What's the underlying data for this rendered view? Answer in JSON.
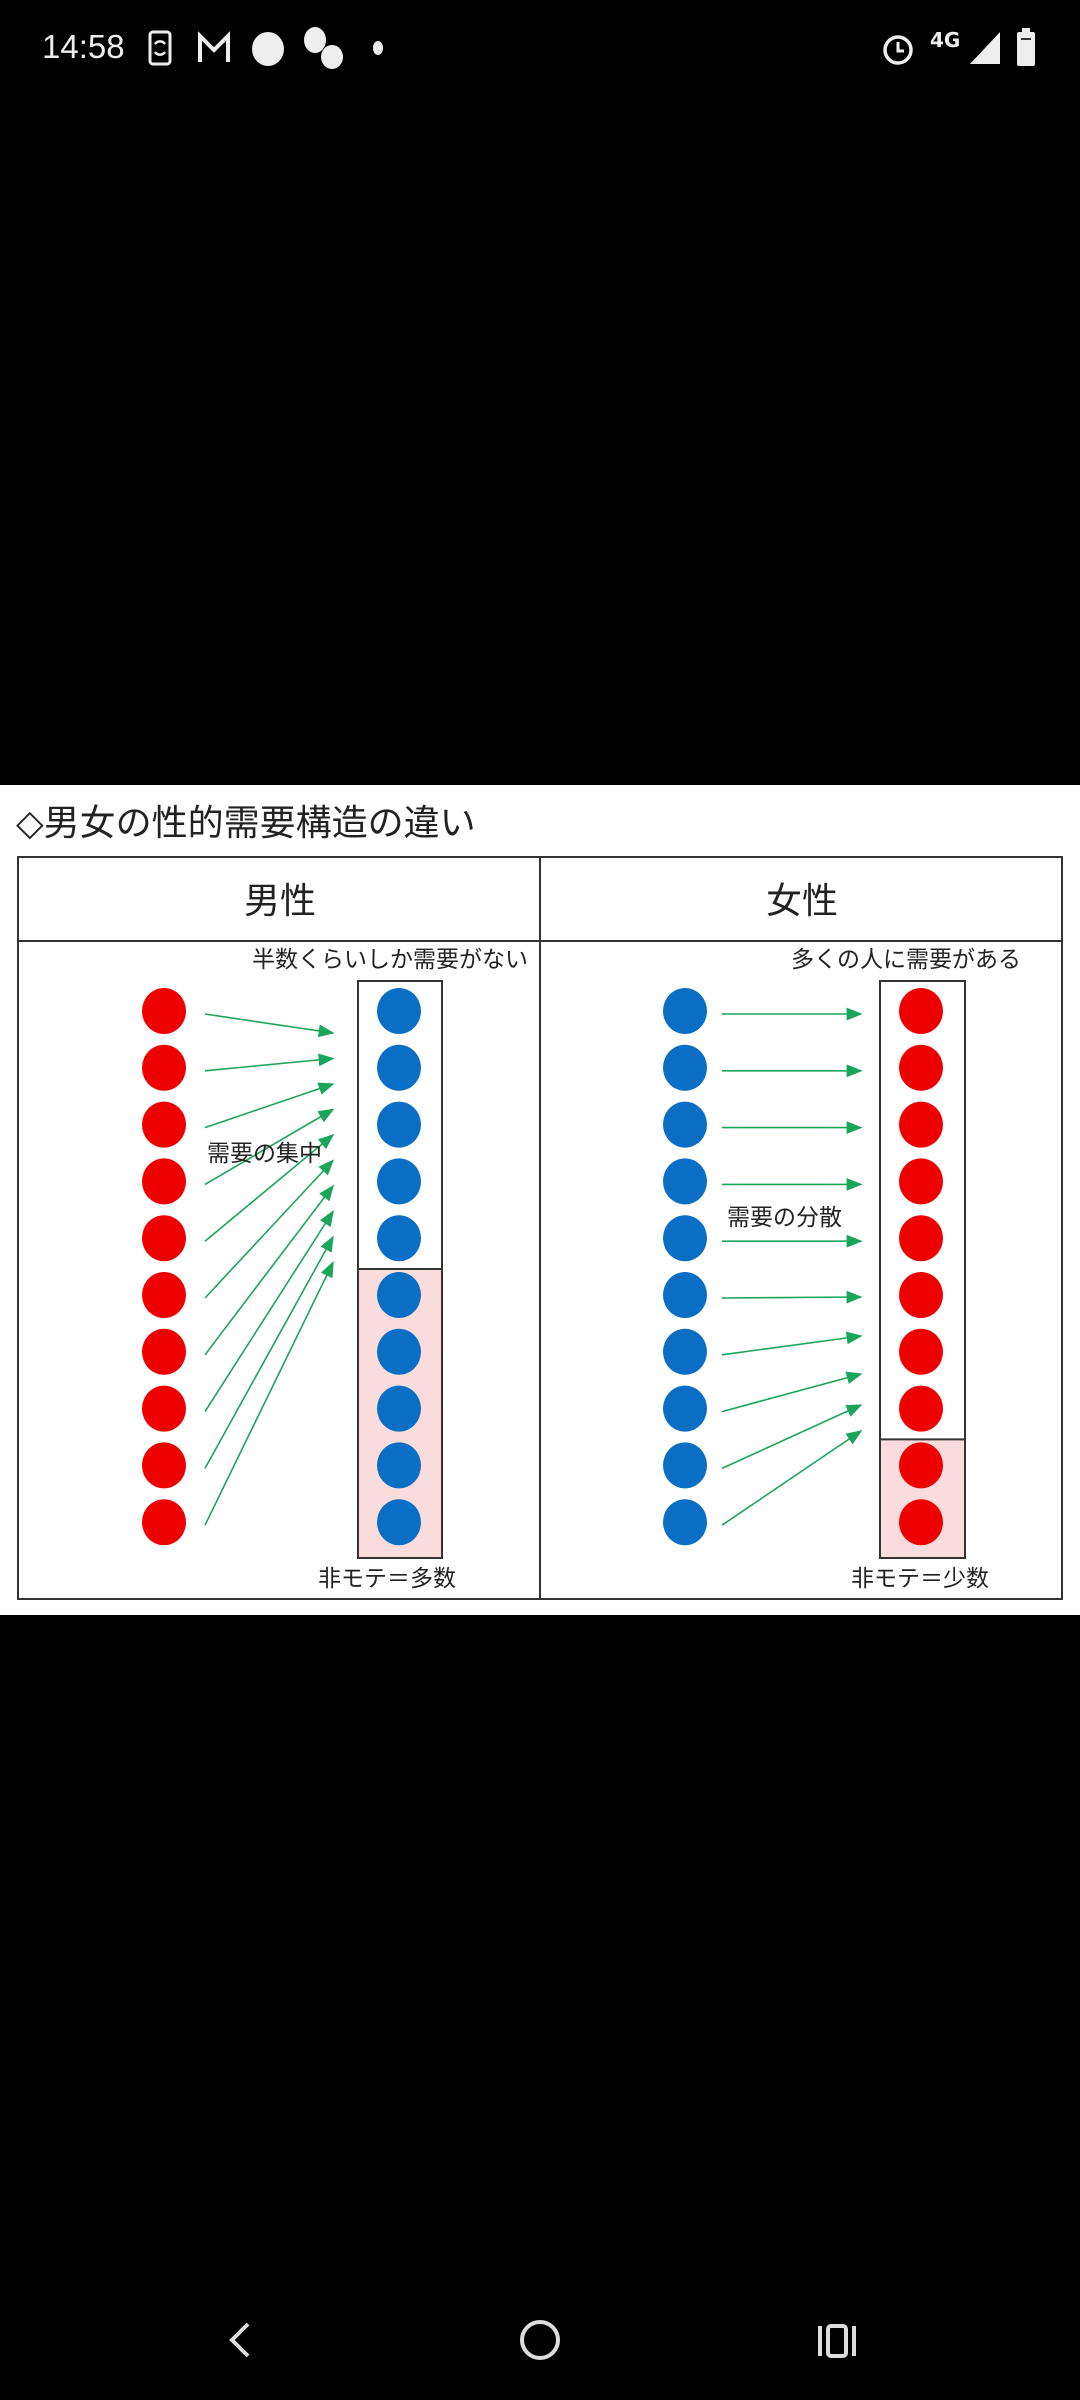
{
  "status_bar": {
    "time": "14:58",
    "network": "4G",
    "left_icons": [
      "phone-sync-icon",
      "gmail-icon",
      "circle-icon",
      "dots-icon",
      "dot-icon"
    ],
    "right_icons": [
      "alarm-icon",
      "signal-icon",
      "battery-icon"
    ]
  },
  "diagram": {
    "title": "◇男女の性的需要構造の違い",
    "colors": {
      "red": "#ee0000",
      "blue": "#0a6ec4",
      "arrow": "#1aa55a",
      "highlight": "#fbdcdc"
    },
    "columns": [
      {
        "header": "男性",
        "top_note": "半数くらいしか需要がない",
        "middle_label": "需要の集中",
        "bottom_note": "非モテ＝多数",
        "source_color": "red",
        "target_color": "blue",
        "source_count": 10,
        "target_count": 10,
        "unpopular_count": 5,
        "pattern": "concentrated"
      },
      {
        "header": "女性",
        "top_note": "多くの人に需要がある",
        "middle_label": "需要の分散",
        "bottom_note": "非モテ＝少数",
        "source_color": "blue",
        "target_color": "red",
        "source_count": 10,
        "target_count": 10,
        "unpopular_count": 2,
        "pattern": "distributed"
      }
    ]
  },
  "nav_bar": {
    "buttons": [
      "back",
      "home",
      "recents"
    ]
  }
}
